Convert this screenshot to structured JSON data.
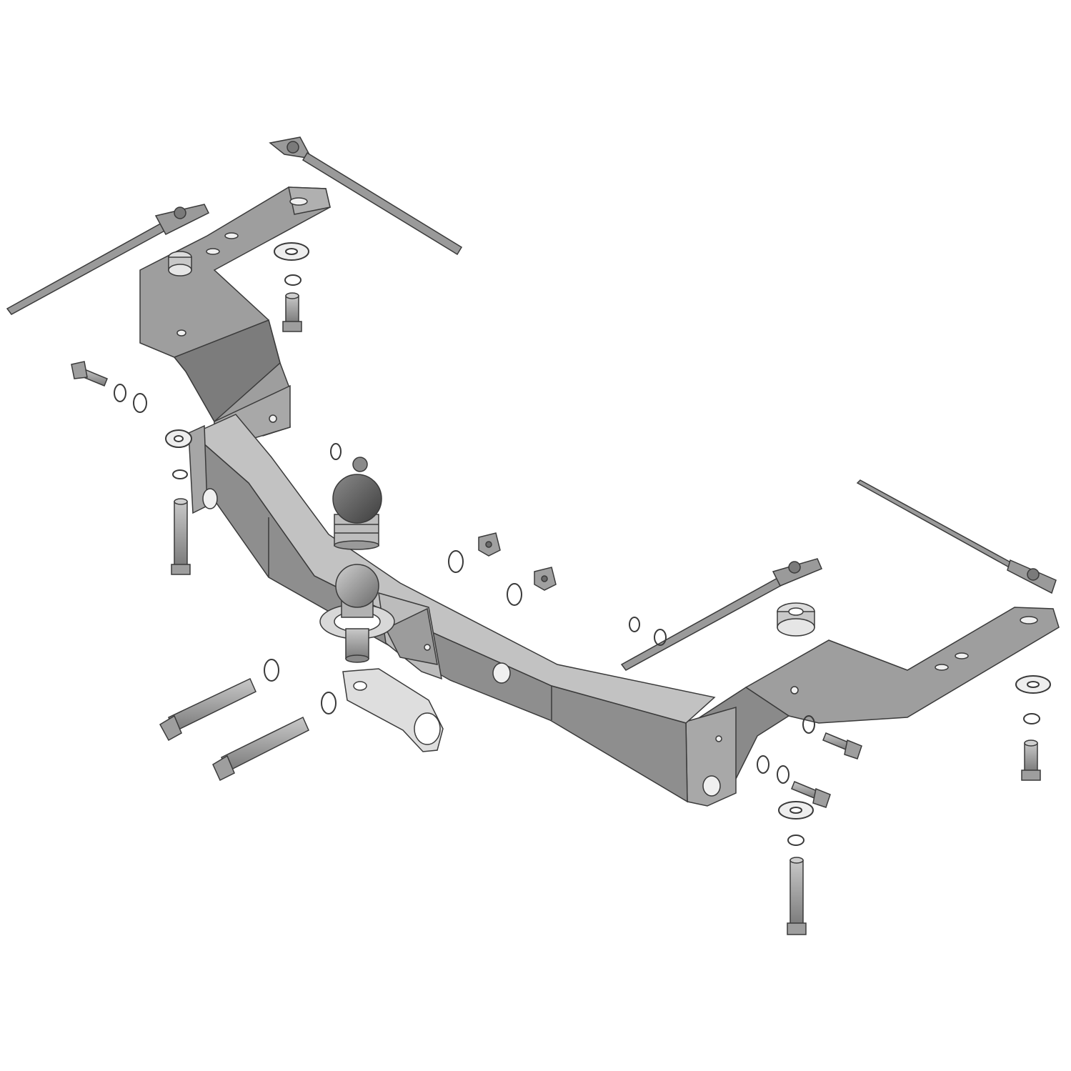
{
  "diagram": {
    "kind": "exploded-view",
    "subject": "tow-bar-hitch-assembly",
    "background": "#ffffff",
    "colors": {
      "steel": "#9a9a9a",
      "steel_dark": "#6e6e6e",
      "steel_light": "#c4c4c4",
      "ball": "#5e5e5e",
      "plate": "#d4d4d4",
      "outline": "#3a3a3a"
    },
    "parts": [
      "crossbar",
      "left-bracket",
      "right-bracket",
      "tow-ball",
      "ball-mount-plate",
      "socket-plate",
      "threaded-rods",
      "bolts",
      "washers",
      "nuts"
    ]
  }
}
